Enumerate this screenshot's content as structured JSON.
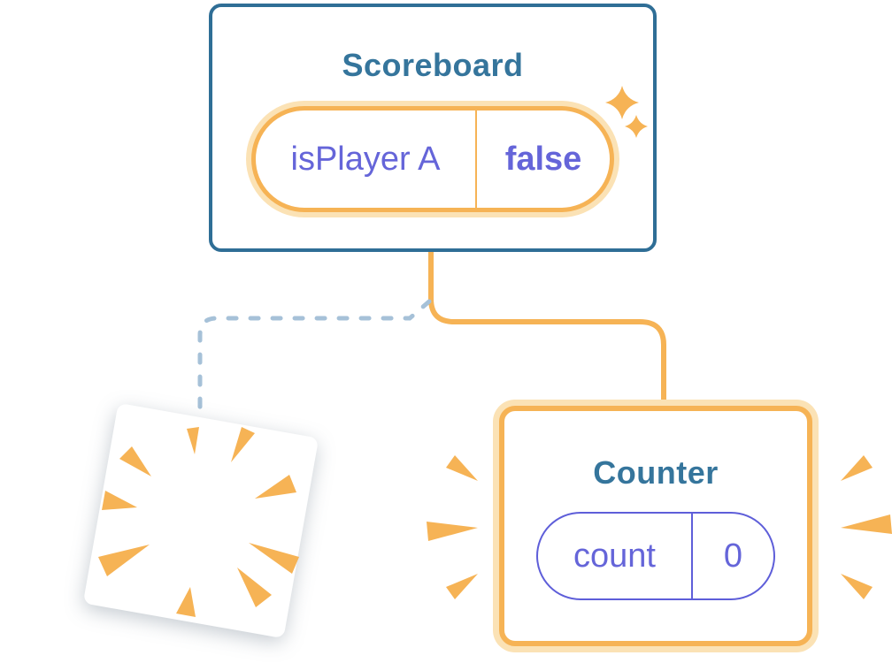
{
  "scoreboard": {
    "title": "Scoreboard",
    "state_key": "isPlayer A",
    "state_value": "false"
  },
  "counter": {
    "title": "Counter",
    "state_key": "count",
    "state_value": "0"
  },
  "icons": {
    "sparkles": "sparkles-icon",
    "poof_burst": "poof-burst-icon",
    "emphasis_left": "emphasis-rays-left-icon",
    "emphasis_right": "emphasis-rays-right-icon"
  },
  "colors": {
    "card_border_blue": "#2F6E96",
    "title_teal": "#35759C",
    "accent_orange": "#F6B355",
    "halo_orange": "#FBE2B5",
    "state_purple": "#6565D9",
    "pill_border_purple": "#5E5ED9",
    "dashed_blue": "#A6C1D8"
  }
}
